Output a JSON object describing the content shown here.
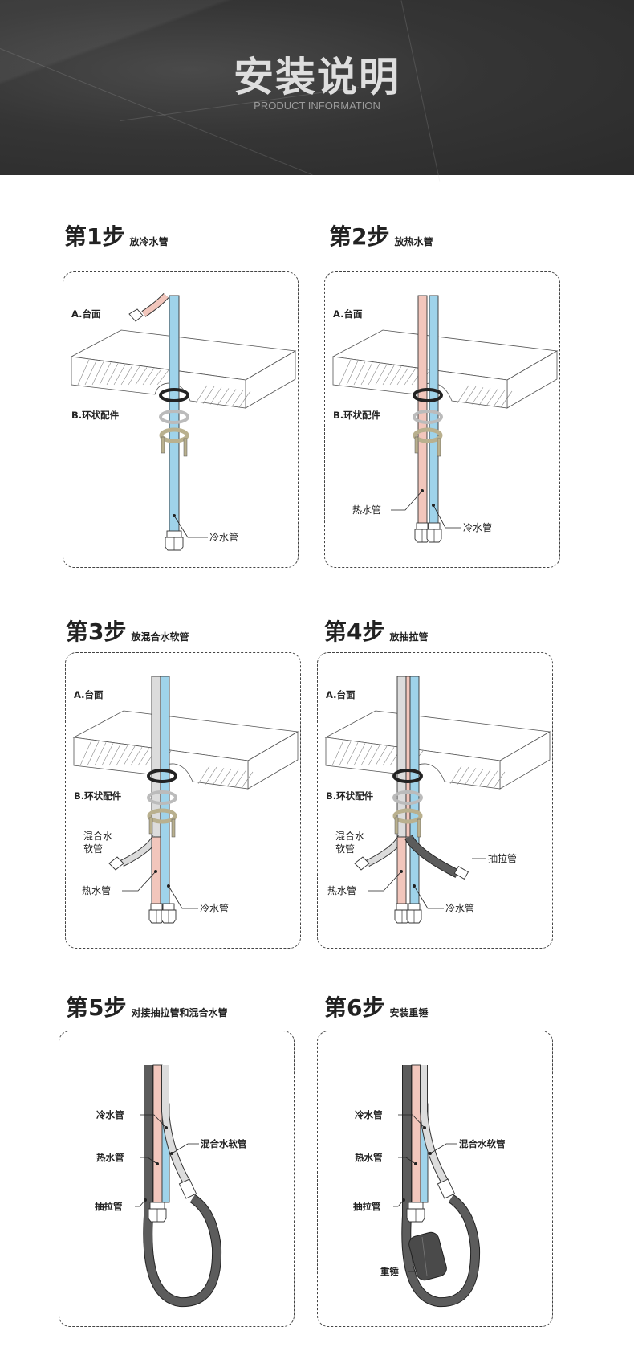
{
  "header": {
    "title": "安装说明",
    "subtitle": "PRODUCT INFORMATION"
  },
  "colors": {
    "cold": "#9fd3ea",
    "hot": "#f2c6bc",
    "mix": "#dcdcdc",
    "pull": "#5c5c5c",
    "bracket": "#b9b08e",
    "header_bg": "#333333"
  },
  "steps": [
    {
      "number": "第1步",
      "desc": "放冷水管",
      "labels": {
        "counter": "A.台面",
        "ring": "B.环状配件",
        "cold": "冷水管"
      }
    },
    {
      "number": "第2步",
      "desc": "放热水管",
      "labels": {
        "counter": "A.台面",
        "ring": "B.环状配件",
        "hot": "热水管",
        "cold": "冷水管"
      }
    },
    {
      "number": "第3步",
      "desc": "放混合水软管",
      "labels": {
        "counter": "A.台面",
        "ring": "B.环状配件",
        "mix1": "混合水",
        "mix2": "软管",
        "hot": "热水管",
        "cold": "冷水管"
      }
    },
    {
      "number": "第4步",
      "desc": "放抽拉管",
      "labels": {
        "counter": "A.台面",
        "ring": "B.环状配件",
        "mix1": "混合水",
        "mix2": "软管",
        "pull": "抽拉管",
        "hot": "热水管",
        "cold": "冷水管"
      }
    },
    {
      "number": "第5步",
      "desc": "对接抽拉管和混合水管",
      "labels": {
        "cold": "冷水管",
        "hot": "热水管",
        "mix": "混合水软管",
        "pull": "抽拉管"
      }
    },
    {
      "number": "第6步",
      "desc": "安装重锤",
      "labels": {
        "cold": "冷水管",
        "hot": "热水管",
        "mix": "混合水软管",
        "pull": "抽拉管",
        "weight": "重锤"
      }
    }
  ]
}
